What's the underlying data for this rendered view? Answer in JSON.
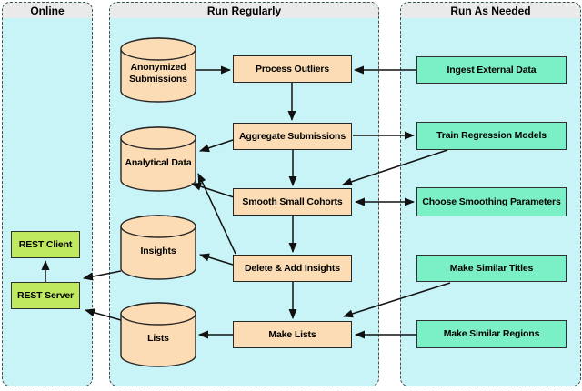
{
  "diagram": {
    "containers": {
      "online": {
        "title": "Online"
      },
      "run_regularly": {
        "title": "Run Regularly"
      },
      "run_as_needed": {
        "title": "Run As Needed"
      }
    },
    "nodes": {
      "rest_client": {
        "label": "REST Client",
        "type": "box"
      },
      "rest_server": {
        "label": "REST Server",
        "type": "box"
      },
      "anonymized_submissions": {
        "label": "Anonymized Submissions",
        "type": "datastore"
      },
      "analytical_data": {
        "label": "Analytical Data",
        "type": "datastore"
      },
      "insights": {
        "label": "Insights",
        "type": "datastore"
      },
      "lists": {
        "label": "Lists",
        "type": "datastore"
      },
      "process_outliers": {
        "label": "Process Outliers",
        "type": "process"
      },
      "aggregate_submissions": {
        "label": "Aggregate Submissions",
        "type": "process"
      },
      "smooth_small_cohorts": {
        "label": "Smooth Small Cohorts",
        "type": "process"
      },
      "delete_add_insights": {
        "label": "Delete & Add Insights",
        "type": "process"
      },
      "make_lists": {
        "label": "Make Lists",
        "type": "process"
      },
      "ingest_external_data": {
        "label": "Ingest External Data",
        "type": "task"
      },
      "train_regression_models": {
        "label": "Train Regression Models",
        "type": "task"
      },
      "choose_smoothing_parameters": {
        "label": "Choose Smoothing Parameters",
        "type": "task"
      },
      "make_similar_titles": {
        "label": "Make Similar Titles",
        "type": "task"
      },
      "make_similar_regions": {
        "label": "Make Similar Regions",
        "type": "task"
      }
    },
    "edges": [
      {
        "from": "anonymized_submissions",
        "to": "process_outliers",
        "bidirectional": false
      },
      {
        "from": "ingest_external_data",
        "to": "process_outliers",
        "bidirectional": false
      },
      {
        "from": "process_outliers",
        "to": "aggregate_submissions",
        "bidirectional": false
      },
      {
        "from": "aggregate_submissions",
        "to": "analytical_data",
        "bidirectional": false
      },
      {
        "from": "aggregate_submissions",
        "to": "train_regression_models",
        "bidirectional": false
      },
      {
        "from": "aggregate_submissions",
        "to": "smooth_small_cohorts",
        "bidirectional": false
      },
      {
        "from": "train_regression_models",
        "to": "smooth_small_cohorts",
        "bidirectional": false
      },
      {
        "from": "smooth_small_cohorts",
        "to": "choose_smoothing_parameters",
        "bidirectional": true
      },
      {
        "from": "smooth_small_cohorts",
        "to": "analytical_data",
        "bidirectional": false
      },
      {
        "from": "smooth_small_cohorts",
        "to": "delete_add_insights",
        "bidirectional": false
      },
      {
        "from": "delete_add_insights",
        "to": "analytical_data",
        "bidirectional": false
      },
      {
        "from": "delete_add_insights",
        "to": "insights",
        "bidirectional": false
      },
      {
        "from": "delete_add_insights",
        "to": "make_lists",
        "bidirectional": false
      },
      {
        "from": "make_similar_titles",
        "to": "make_lists",
        "bidirectional": false
      },
      {
        "from": "make_similar_regions",
        "to": "make_lists",
        "bidirectional": false
      },
      {
        "from": "make_lists",
        "to": "lists",
        "bidirectional": false
      },
      {
        "from": "insights",
        "to": "rest_server",
        "bidirectional": false
      },
      {
        "from": "lists",
        "to": "rest_server",
        "bidirectional": false
      },
      {
        "from": "rest_server",
        "to": "rest_client",
        "bidirectional": false
      }
    ],
    "colors": {
      "container_body": "#C9F4F7",
      "container_header": "#EAEAEA",
      "datastore_fill": "#FBDCB4",
      "process_fill": "#FBDCB4",
      "task_fill": "#7BEFC6",
      "online_box_fill": "#BFE95F",
      "line": "#111111"
    }
  }
}
